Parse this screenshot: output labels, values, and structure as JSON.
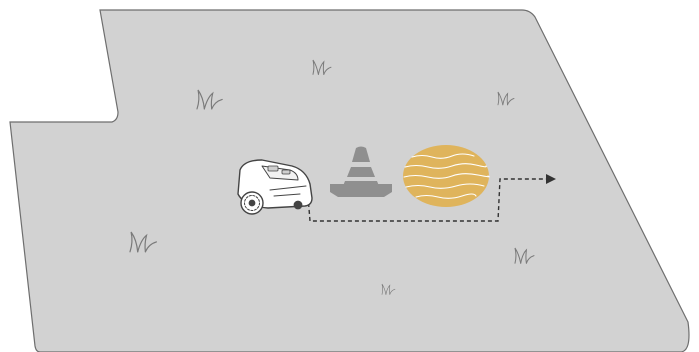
{
  "scene": {
    "lawn_color": "#d2d2d2",
    "lawn_edge_color": "#6e6e6e",
    "grass_color": "#7a7a7a",
    "path_color": "#333333",
    "sand_color": "#dfb45c",
    "cone_color": "#8f8f8f",
    "elements": [
      {
        "name": "lawn-area",
        "icon": "lawn-boundary"
      },
      {
        "name": "robot-mower",
        "icon": "robot-mower-icon"
      },
      {
        "name": "traffic-cone",
        "icon": "traffic-cone-icon"
      },
      {
        "name": "sand-pit",
        "icon": "sand-pit-icon"
      },
      {
        "name": "avoidance-path",
        "icon": "dashed-arrow-icon"
      }
    ],
    "grass_tufts": 6
  }
}
